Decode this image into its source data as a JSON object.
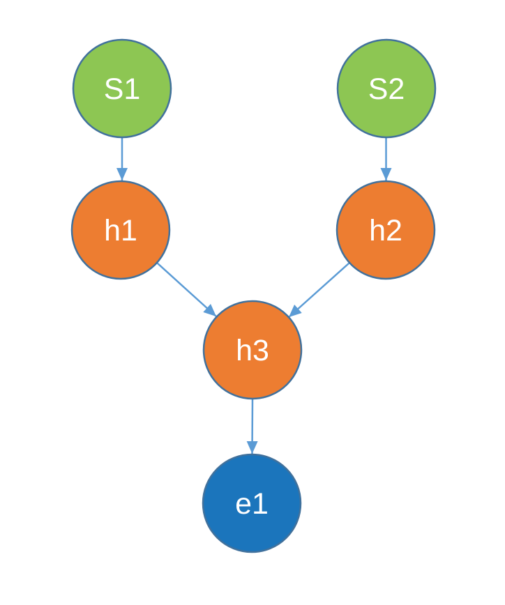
{
  "diagram": {
    "nodes": [
      {
        "id": "S1",
        "label": "S1",
        "fill": "#8DC653"
      },
      {
        "id": "S2",
        "label": "S2",
        "fill": "#8DC653"
      },
      {
        "id": "h1",
        "label": "h1",
        "fill": "#ED7D31"
      },
      {
        "id": "h2",
        "label": "h2",
        "fill": "#ED7D31"
      },
      {
        "id": "h3",
        "label": "h3",
        "fill": "#ED7D31"
      },
      {
        "id": "e1",
        "label": "e1",
        "fill": "#1B75BC"
      }
    ],
    "edges": [
      {
        "from": "S1",
        "to": "h1"
      },
      {
        "from": "S2",
        "to": "h2"
      },
      {
        "from": "h1",
        "to": "h3"
      },
      {
        "from": "h2",
        "to": "h3"
      },
      {
        "from": "h3",
        "to": "e1"
      }
    ],
    "colors": {
      "background": "#FFFFFF",
      "node_border": "#41719C",
      "arrow": "#5B9BD5",
      "label_text": "#FFFFFF",
      "green_fill": "#8DC653",
      "orange_fill": "#ED7D31",
      "blue_fill": "#1B75BC"
    }
  }
}
